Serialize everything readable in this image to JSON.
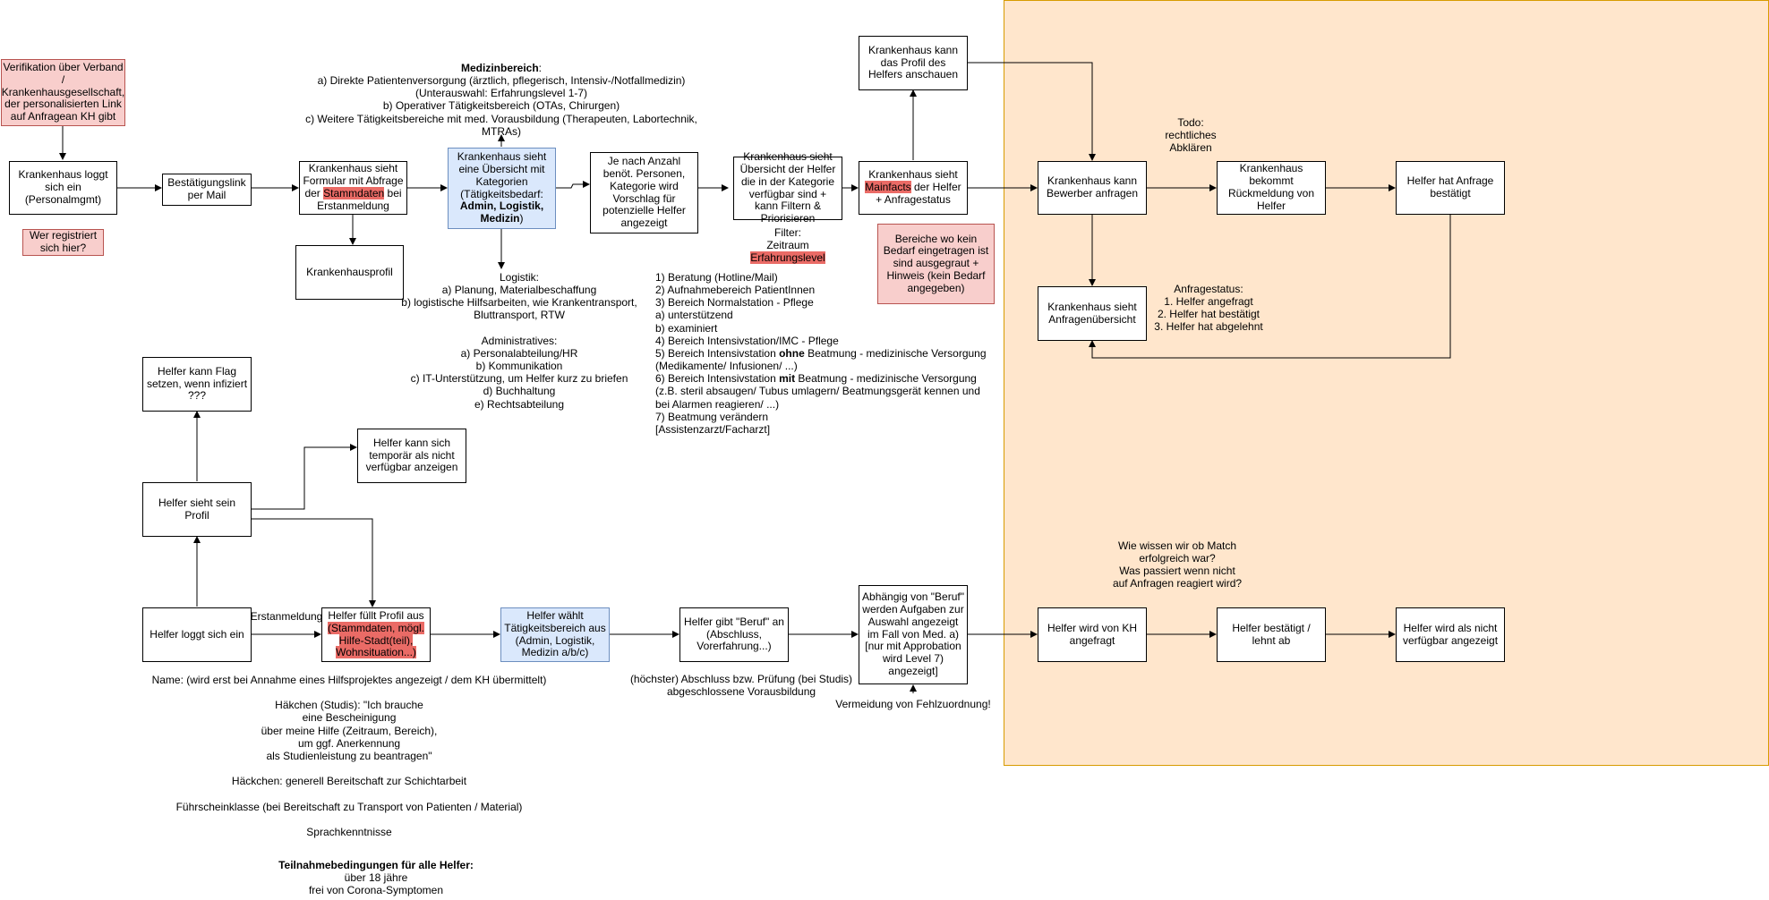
{
  "nodes": {
    "verifikation": "Verifikation über Verband / Krankenhausgesellschaft, der personalisierten Link auf Anfragean KH gibt",
    "kh_loggt": "Krankenhaus loggt sich ein (Personalmgmt)",
    "wer_registriert": "Wer registriert sich hier?",
    "bestaetigungslink": "Bestätigungslink per Mail",
    "kh_formular": {
      "pre": "Krankenhaus sieht Formular mit Abfrage der ",
      "hl": "Stammdaten",
      "post": " bei Erstanmeldung"
    },
    "kh_profil": "Krankenhausprofil",
    "kh_uebersicht": {
      "pre": "Krankenhaus sieht eine Übersicht mit Kategorien (Tätigkeitsbedarf: ",
      "bold": "Admin, Logistik, Medizin",
      "post": ")"
    },
    "je_nach_anzahl": "Je nach Anzahl benöt. Personen, Kategorie wird Vorschlag für potenzielle Helfer angezeigt",
    "kh_uebersicht_helfer": "Krankenhaus sieht Übersicht der Helfer die in der Kategorie verfügbar sind + kann Filtern & Priorisieren",
    "kh_mainfacts": {
      "pre": "Krankenhaus sieht ",
      "hl": "Mainfacts",
      "post": " der Helfer + Anfragestatus"
    },
    "kh_profil_helfer": "Krankenhaus kann das Profil des Helfers anschauen",
    "bereiche_kein_bedarf": "Bereiche wo kein Bedarf eingetragen ist sind ausgegraut + Hinweis (kein Bedarf angegeben)",
    "kh_bewerber": "Krankenhaus kann Bewerber anfragen",
    "kh_rueckmeldung": "Krankenhaus bekommt Rückmeldung von Helfer",
    "helfer_bestaetigt": "Helfer hat Anfrage bestätigt",
    "kh_anfragen": "Krankenhaus sieht Anfragenübersicht",
    "helfer_flag": "Helfer kann Flag setzen, wenn infiziert ???",
    "helfer_temporaer": "Helfer kann sich temporär als nicht verfügbar anzeigen",
    "helfer_profil": "Helfer sieht sein Profil",
    "helfer_loggt": "Helfer loggt sich ein",
    "helfer_fuellt": {
      "pre": "Helfer füllt Profil aus ",
      "hl": "(Stammdaten, mögl. Hilfe-Stadt(teil), Wohnsituation...)"
    },
    "helfer_waehlt": "Helfer wählt Tätigkeitsbereich aus (Admin, Logistik, Medizin a/b/c)",
    "helfer_beruf": "Helfer gibt \"Beruf\" an (Abschluss, Vorerfahrung...)",
    "abhaengig_beruf": "Abhängig von \"Beruf\" werden Aufgaben zur Auswahl angezeigt im Fall von Med. a) [nur mit Approbation wird Level 7) angezeigt]",
    "helfer_angefragt": "Helfer wird von KH angefragt",
    "helfer_lehnt": "Helfer bestätigt / lehnt ab",
    "helfer_nicht_verfuegbar": "Helfer wird als nicht verfügbar angezeigt"
  },
  "labels": {
    "medizin_title": "Medizinbereich",
    "medizin_colon": ":",
    "medizin_lines": "a) Direkte Patientenversorgung (ärztlich, pflegerisch, Intensiv-/Notfallmedizin)\n(Unterauswahl: Erfahrungslevel 1-7)\nb) Operativer Tätigkeitsbereich (OTAs, Chirurgen)\nc) Weitere Tätigkeitsbereiche mit med. Vorausbildung (Therapeuten, Labortechnik, MTRAs)",
    "logistik": "Logistik:\na) Planung, Materialbeschaffung\nb) logistische Hilfsarbeiten, wie Krankentransport, Bluttransport, RTW\n\nAdministratives:\na) Personalabteilung/HR\nb) Kommunikation\nc) IT-Unterstützung, um Helfer kurz zu briefen\nd) Buchhaltung\ne) Rechtsabteilung",
    "filter_lines": "Filter:\nZeitraum",
    "filter_hl": "Erfahrungslevel",
    "levels": "1) Beratung (Hotline/Mail)\n2) Aufnahmebereich PatientInnen\n3) Bereich Normalstation - Pflege\n    a) unterstützend\n    b) examiniert\n4) Bereich Intensivstation/IMC - Pflege",
    "level5_pre": "5) Bereich Intensivstation ",
    "level5_bold": "ohne",
    "level5_post": " Beatmung - medizinische Versorgung\n    (Medikamente/ Infusionen/ ...)",
    "level6_pre": "6) Bereich Intensivstation ",
    "level6_bold": "mit",
    "level6_post": " Beatmung - medizinische Versorgung\n    (z.B. steril absaugen/ Tubus umlagern/ Beatmungsgerät kennen und\n    bei Alarmen reagieren/ ...)\n7) Beatmung verändern\n    [Assistenzarzt/Facharzt]",
    "todo": "Todo:\nrechtliches\nAbklären",
    "anfragestatus": "Anfragestatus:\n1. Helfer angefragt\n2. Helfer hat bestätigt\n3. Helfer hat abgelehnt",
    "match": "Wie wissen wir ob Match\nerfolgreich war?\nWas passiert wenn nicht\nauf Anfragen reagiert wird?",
    "erstanmeldung": "Erstanmeldung",
    "abschluss": "(höchster) Abschluss bzw. Prüfung (bei Studis)\nabgeschlossene Vorausbildung",
    "fehlzuordnung": "Vermeidung von Fehlzuordnung!",
    "helfer_info": "Name: (wird erst bei Annahme eines Hilfsprojektes angezeigt / dem KH übermittelt)\n\nHäkchen (Studis): \"Ich brauche\neine Bescheinigung\nüber meine Hilfe (Zeitraum, Bereich),\num ggf. Anerkennung\nals Studienleistung zu beantragen\"\n\nHäckchen: generell Bereitschaft zur Schichtarbeit\n\nFührscheinklasse (bei Bereitschaft zu Transport von Patienten / Material)\n\nSprachkenntnisse",
    "teilnahme_title": "Teilnahmebedingungen für alle Helfer:",
    "teilnahme_lines": "über 18 jähre\nfrei von Corona-Symptomen"
  },
  "colors": {
    "zone_fill": "#ffe6cc",
    "zone_border": "#d79b00",
    "red_fill": "#f8cecc",
    "blue_fill": "#dae8fc",
    "highlight": "#ea6b66"
  }
}
